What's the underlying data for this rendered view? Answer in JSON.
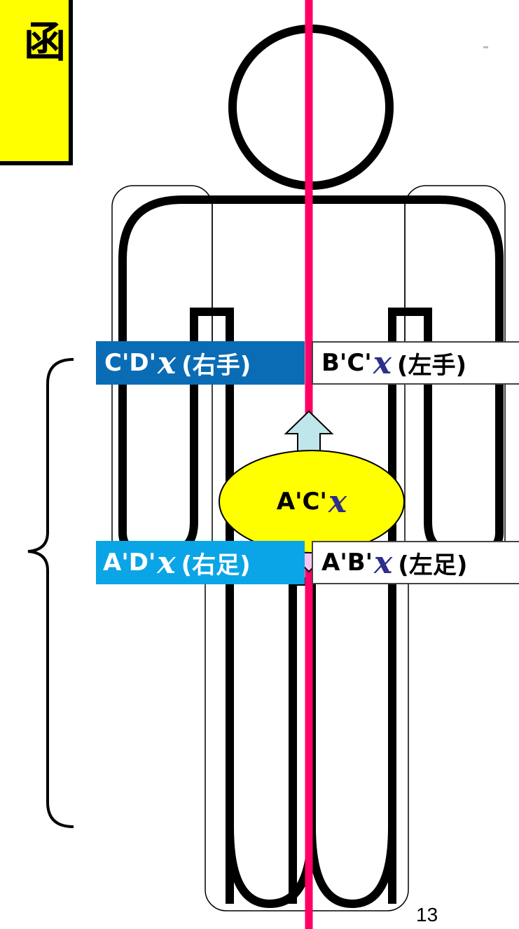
{
  "title_box": {
    "visible_text": "函"
  },
  "labels": {
    "right_hand": {
      "prefix": "C'D'",
      "var": "x",
      "suffix": "(右手)"
    },
    "left_hand": {
      "prefix": "B'C'",
      "var": "x",
      "suffix": "(左手)"
    },
    "right_foot": {
      "prefix": "A'D'",
      "var": "x",
      "suffix": "(右足)"
    },
    "left_foot": {
      "prefix": "A'B'",
      "var": "x",
      "suffix": "(左足)"
    },
    "center": {
      "prefix": "A'C'",
      "var": "x"
    }
  },
  "page_number": "13",
  "colors": {
    "axis_line": "#ff0066",
    "title_bg": "#ffff00",
    "right_hand_bg": "#0a6cb5",
    "right_foot_bg": "#0aa5e6",
    "ellipse_fill": "#ffff00",
    "arrow_up_fill": "#bfe6ea",
    "arrow_down_fill": "#f5c6f0",
    "var_color": "#2e2e8c"
  }
}
